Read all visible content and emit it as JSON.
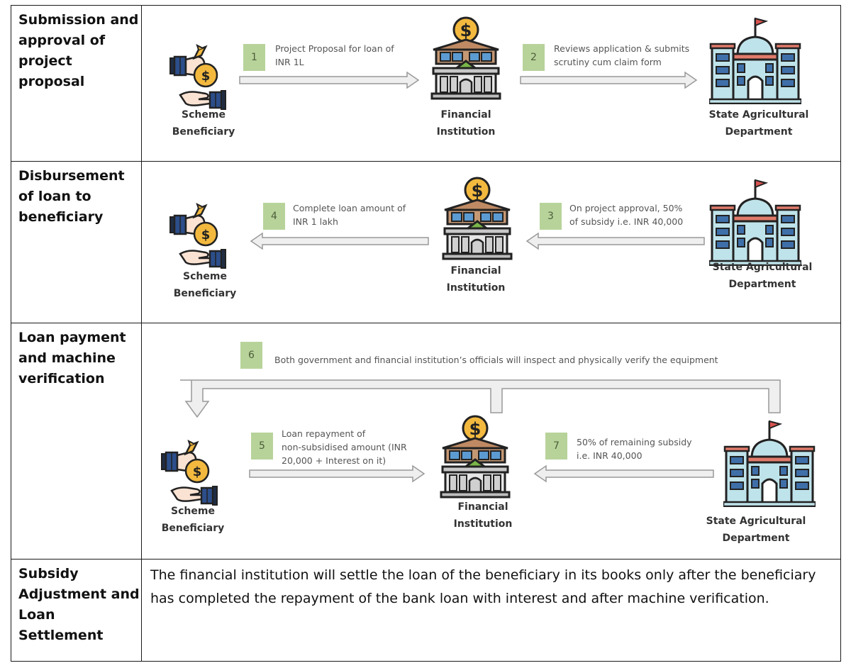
{
  "rows": [
    {
      "label": "Submission and approval of project proposal"
    },
    {
      "label": "Disbursement of loan to beneficiary"
    },
    {
      "label": "Loan payment and machine verification"
    },
    {
      "label": "Subsidy Adjustment and Loan Settlement"
    }
  ],
  "entities": {
    "beneficiary": [
      "Scheme",
      "Beneficiary"
    ],
    "institution": [
      "Financial",
      "Institution"
    ],
    "department": [
      "State Agricultural",
      "Department"
    ]
  },
  "steps": [
    {
      "num": "1",
      "text": [
        "Project Proposal for loan of",
        "INR 1L"
      ]
    },
    {
      "num": "2",
      "text": [
        "Reviews application & submits",
        "scrutiny cum claim form"
      ]
    },
    {
      "num": "3",
      "text": [
        "On project approval, 50%",
        "of subsidy  i.e. INR 40,000"
      ]
    },
    {
      "num": "4",
      "text": [
        "Complete loan amount of",
        "INR 1 lakh"
      ]
    },
    {
      "num": "5",
      "text": [
        "Loan repayment of",
        "non-subsidised amount (INR",
        "20,000 + Interest on it)"
      ]
    },
    {
      "num": "6",
      "text": [
        "Both government and financial institution’s officials will inspect and physically verify the equipment"
      ]
    },
    {
      "num": "7",
      "text": [
        "50% of remaining subsidy",
        "i.e. INR 40,000"
      ]
    }
  ],
  "settlement_text": "The financial institution will settle the loan of the beneficiary in its books only after the beneficiary has completed the repayment of the bank loan with interest and after machine verification.",
  "colors": {
    "step_box": "#b7d39a",
    "arrow_fill": "#efefef",
    "arrow_stroke": "#999999",
    "skin": "#fbe3d3",
    "cuff": "#2c4e8a",
    "coin": "#f3b93f",
    "roof": "#bf8a63",
    "window": "#5c9bd1",
    "gov_building": "#bfe3ea"
  },
  "icons": [
    "beneficiary-hands-icon",
    "bank-building-icon",
    "government-building-icon"
  ]
}
